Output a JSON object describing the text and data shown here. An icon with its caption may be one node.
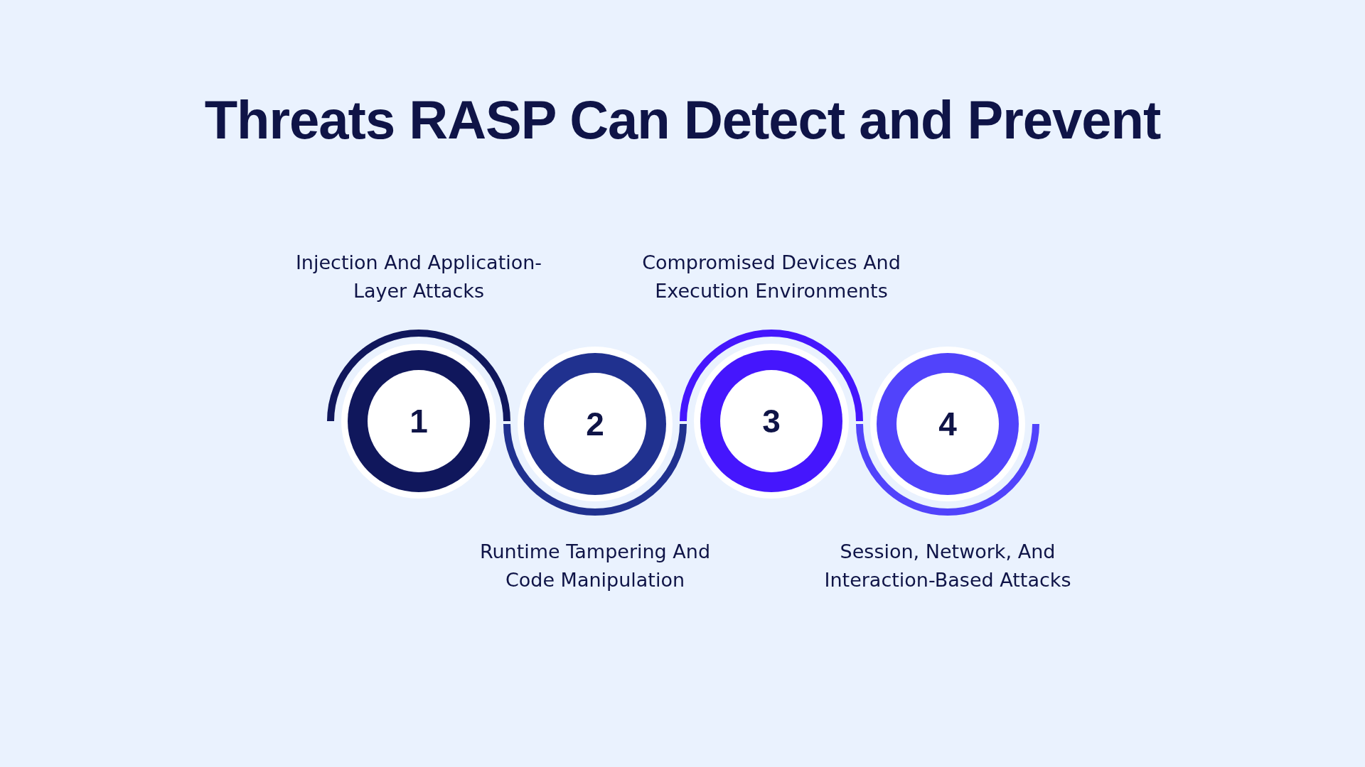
{
  "diagram": {
    "title": "Threats RASP Can Detect and Prevent",
    "nodes": [
      {
        "text": [
          "1"
        ],
        "beside": [
          "Injection And Application-Layer Attacks"
        ]
      },
      {
        "text": [
          "2"
        ],
        "beside": [
          "Runtime Tampering And Code Manipulation"
        ]
      },
      {
        "text": [
          "3"
        ],
        "beside": [
          "Compromised Devices And Execution Environments"
        ]
      },
      {
        "text": [
          "4"
        ],
        "beside": [
          "Session, Network, And Interaction-Based Attacks"
        ]
      }
    ]
  }
}
